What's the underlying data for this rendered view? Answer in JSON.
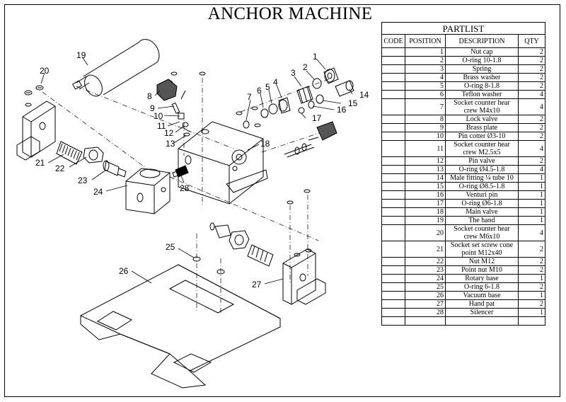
{
  "title": "ANCHOR MACHINE",
  "partlist": {
    "caption": "PARTLIST",
    "headers": {
      "code": "CODE",
      "position": "POSITION",
      "description": "DESCRIPTION",
      "qty": "QTY"
    },
    "rows": [
      {
        "code": "",
        "position": "1",
        "description": "Nut cap",
        "qty": "2"
      },
      {
        "code": "",
        "position": "2",
        "description": "O-ring 10-1.8",
        "qty": "2"
      },
      {
        "code": "",
        "position": "3",
        "description": "Spring",
        "qty": "2"
      },
      {
        "code": "",
        "position": "4",
        "description": "Brass washer",
        "qty": "2"
      },
      {
        "code": "",
        "position": "5",
        "description": "O-ring 8-1.8",
        "qty": "2"
      },
      {
        "code": "",
        "position": "6",
        "description": "Teflon washer",
        "qty": "4"
      },
      {
        "code": "",
        "position": "7",
        "description": "Socket counter hear crew M4x10",
        "qty": "4"
      },
      {
        "code": "",
        "position": "8",
        "description": "Lock valve",
        "qty": "2"
      },
      {
        "code": "",
        "position": "9",
        "description": "Brass plate",
        "qty": "2"
      },
      {
        "code": "",
        "position": "10",
        "description": "Pin cotter Ø3-10",
        "qty": "2"
      },
      {
        "code": "",
        "position": "11",
        "description": "Socket counter hear crew M2.5x5",
        "qty": "4"
      },
      {
        "code": "",
        "position": "12",
        "description": "Pin valve",
        "qty": "2"
      },
      {
        "code": "",
        "position": "13",
        "description": "O-ring Ø4.5-1.8",
        "qty": "4"
      },
      {
        "code": "",
        "position": "14",
        "description": "Male fitting ¼ tube 10",
        "qty": "1"
      },
      {
        "code": "",
        "position": "15",
        "description": "O-ring Ø8.5-1.8",
        "qty": "1"
      },
      {
        "code": "",
        "position": "16",
        "description": "Venturi pin",
        "qty": "1"
      },
      {
        "code": "",
        "position": "17",
        "description": "O-ring Ø6-1.8",
        "qty": "1"
      },
      {
        "code": "",
        "position": "18",
        "description": "Main valve",
        "qty": "1"
      },
      {
        "code": "",
        "position": "19",
        "description": "The hand",
        "qty": "1"
      },
      {
        "code": "",
        "position": "20",
        "description": "Socket counter hear crew M6x10",
        "qty": "4"
      },
      {
        "code": "",
        "position": "21",
        "description": "Socket set screw cone point M12x40",
        "qty": "2"
      },
      {
        "code": "",
        "position": "22",
        "description": "Nut M12",
        "qty": "2"
      },
      {
        "code": "",
        "position": "23",
        "description": "Point nut M10",
        "qty": "2"
      },
      {
        "code": "",
        "position": "24",
        "description": "Rotary base",
        "qty": "1"
      },
      {
        "code": "",
        "position": "25",
        "description": "O-ring 6-1.8",
        "qty": "2"
      },
      {
        "code": "",
        "position": "26",
        "description": "Vacuum base",
        "qty": "1"
      },
      {
        "code": "",
        "position": "27",
        "description": "Hand pat",
        "qty": "2"
      },
      {
        "code": "",
        "position": "28",
        "description": "Silencer",
        "qty": "1"
      },
      {
        "code": "",
        "position": "",
        "description": "",
        "qty": ""
      }
    ]
  },
  "callouts": [
    "1",
    "2",
    "3",
    "4",
    "5",
    "6",
    "7",
    "8",
    "9",
    "10",
    "11",
    "12",
    "13",
    "14",
    "15",
    "16",
    "17",
    "18",
    "19",
    "20",
    "21",
    "22",
    "23",
    "24",
    "25",
    "26",
    "27",
    "28"
  ]
}
